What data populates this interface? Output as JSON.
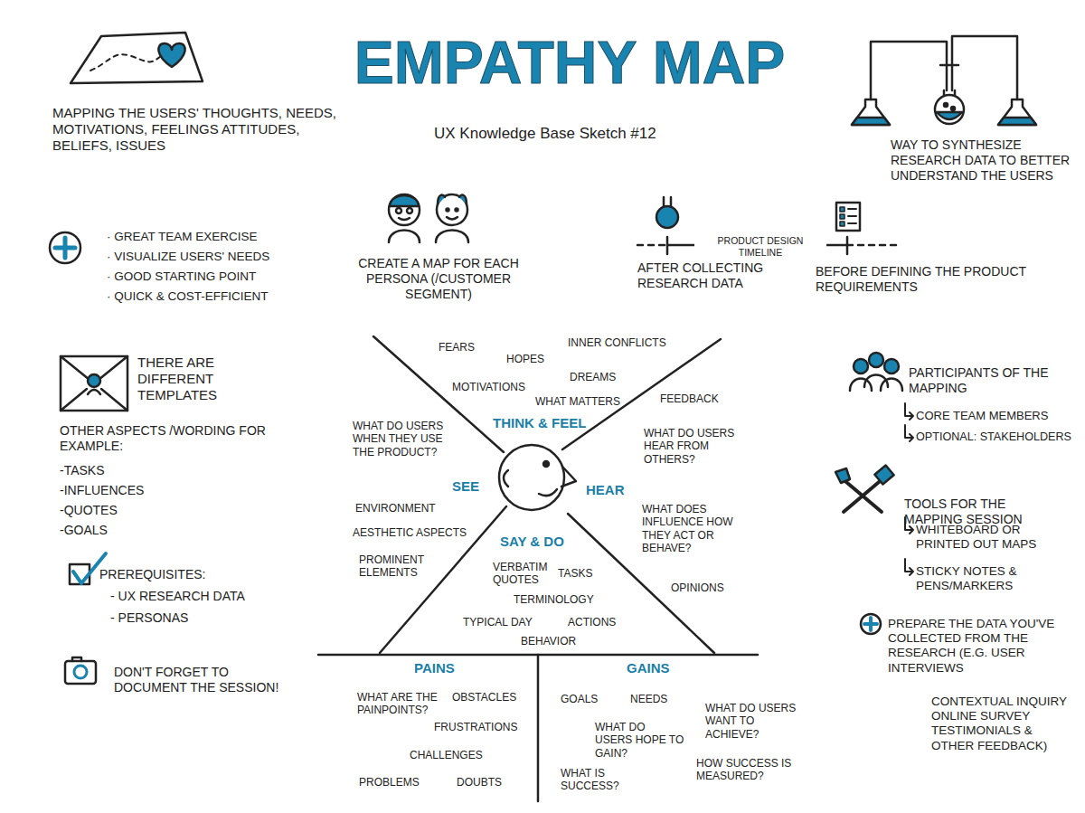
{
  "diagram": {
    "title": "EMPATHY MAP",
    "labels": [
      "MAPPING THE USERS' THOUGHTS, NEEDS, MOTIVATIONS, FEELINGS ATTITUDES, BELIEFS, ISSUES",
      "UX Knowledge Base Sketch #12",
      "WAY TO SYNTHESIZE RESEARCH DATA TO BETTER UNDERSTAND THE USERS",
      "· GREAT TEAM EXERCISE",
      "· VISUALIZE USERS' NEEDS",
      "· GOOD STARTING POINT",
      "· QUICK & COST-EFFICIENT",
      "CREATE A MAP FOR EACH PERSONA (/CUSTOMER SEGMENT)",
      "PRODUCT DESIGN TIMELINE",
      "AFTER COLLECTING RESEARCH DATA",
      "BEFORE DEFINING THE PRODUCT REQUIREMENTS",
      "THERE ARE DIFFERENT TEMPLATES",
      "OTHER ASPECTS /WORDING FOR EXAMPLE:",
      "-TASKS",
      "-INFLUENCES",
      "-QUOTES",
      "-GOALS",
      "PREREQUISITES:",
      "- UX RESEARCH DATA",
      "- PERSONAS",
      "DON'T FORGET TO DOCUMENT THE SESSION!",
      "PARTICIPANTS OF THE MAPPING",
      "CORE TEAM MEMBERS",
      "OPTIONAL: STAKEHOLDERS",
      "TOOLS FOR THE MAPPING SESSION",
      "WHITEBOARD OR PRINTED OUT MAPS",
      "STICKY NOTES & PENS/MARKERS",
      "PREPARE THE DATA YOU'VE COLLECTED FROM THE RESEARCH (E.G. USER INTERVIEWS",
      "CONTEXTUAL INQUIRY ONLINE SURVEY TESTIMONIALS & OTHER FEEDBACK)",
      "FEARS",
      "HOPES",
      "INNER CONFLICTS",
      "MOTIVATIONS",
      "DREAMS",
      "WHAT MATTERS",
      "THINK & FEEL",
      "FEEDBACK",
      "WHAT DO USERS HEAR FROM OTHERS?",
      "HEAR",
      "WHAT DOES INFLUENCE HOW THEY ACT OR BEHAVE?",
      "OPINIONS",
      "WHAT DO USERS WHEN THEY USE THE PRODUCT?",
      "SEE",
      "ENVIRONMENT",
      "AESTHETIC ASPECTS",
      "PROMINENT ELEMENTS",
      "SAY & DO",
      "VERBATIM QUOTES",
      "TASKS",
      "TERMINOLOGY",
      "TYPICAL DAY",
      "ACTIONS",
      "BEHAVIOR",
      "PAINS",
      "WHAT ARE THE PAINPOINTS?",
      "OBSTACLES",
      "FRUSTRATIONS",
      "CHALLENGES",
      "PROBLEMS",
      "DOUBTS",
      "GAINS",
      "GOALS",
      "NEEDS",
      "WHAT DO USERS WANT TO ACHIEVE?",
      "WHAT DO USERS HOPE TO GAIN?",
      "HOW SUCCESS IS MEASURED?",
      "WHAT IS SUCCESS?"
    ]
  }
}
